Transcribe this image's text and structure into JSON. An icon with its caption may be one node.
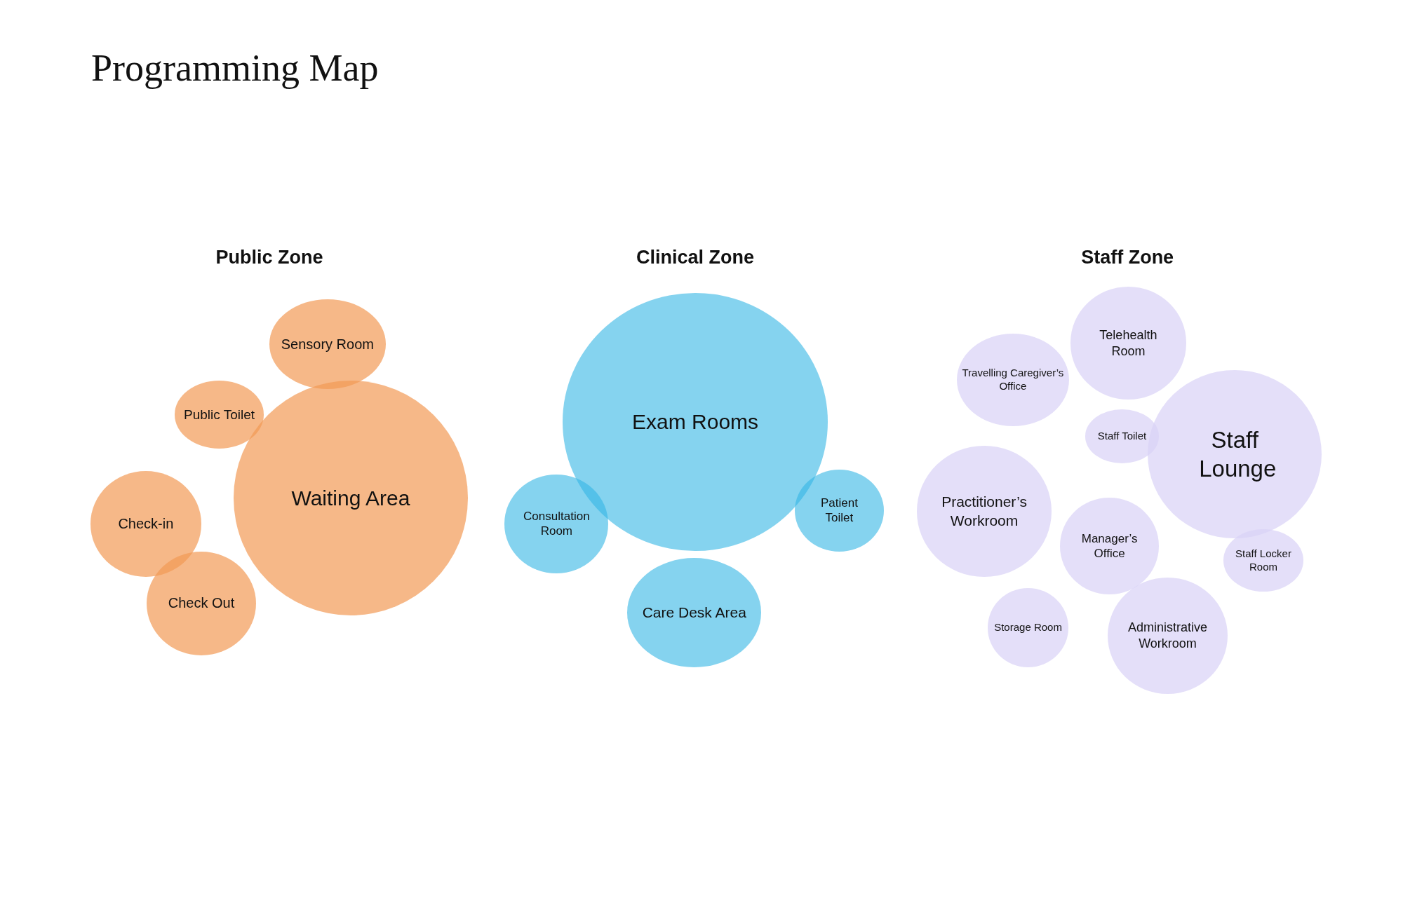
{
  "diagram": {
    "title": "Programming Map",
    "nodes": [
      {
        "text": [
          "Sensory Room"
        ]
      },
      {
        "text": [
          "Public Toilet"
        ]
      },
      {
        "text": [
          "Waiting Area"
        ]
      },
      {
        "text": [
          "Check-in"
        ]
      },
      {
        "text": [
          "Check Out"
        ]
      },
      {
        "text": [
          "Exam Rooms"
        ]
      },
      {
        "text": [
          "Consultation Room"
        ]
      },
      {
        "text": [
          "Patient Toilet"
        ]
      },
      {
        "text": [
          "Care Desk Area"
        ]
      },
      {
        "text": [
          "Telehealth Room"
        ]
      },
      {
        "text": [
          "Travelling Caregiver’s Office"
        ]
      },
      {
        "text": [
          "Staff Lounge"
        ]
      },
      {
        "text": [
          "Staff Toilet"
        ]
      },
      {
        "text": [
          "Practitioner’s Workroom"
        ]
      },
      {
        "text": [
          "Manager’s Office"
        ]
      },
      {
        "text": [
          "Staff Locker Room"
        ]
      },
      {
        "text": [
          "Storage Room"
        ]
      },
      {
        "text": [
          "Administrative Workroom"
        ]
      }
    ],
    "labels": [
      "Public Zone",
      "Clinical Zone",
      "Staff Zone"
    ]
  }
}
